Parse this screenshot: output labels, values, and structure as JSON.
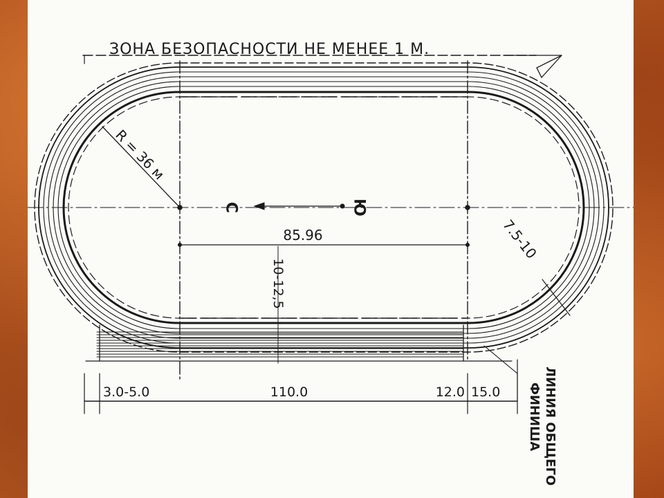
{
  "diagram": {
    "safety_zone_caption": "ЗОНА БЕЗОПАСНОСТИ НЕ МЕНЕЕ 1 М.",
    "radius_label": "R = 36 м",
    "north_letter": "Ю",
    "south_letter": "С",
    "center_distance": "85.96",
    "field_gap": "10-12,5",
    "curve_offset": "7.5-10",
    "dim_left": "3.0-5.0",
    "dim_main": "110.0",
    "dim_right_a": "12.0",
    "dim_right_b": "15.0",
    "finish_line_label_1": "ЛИНИЯ ОБЩЕГО",
    "finish_line_label_2": "ФИНИША"
  },
  "colors": {
    "ink": "#1a1a1a",
    "paper": "#fbfbf8",
    "frame": "#b5551a"
  }
}
